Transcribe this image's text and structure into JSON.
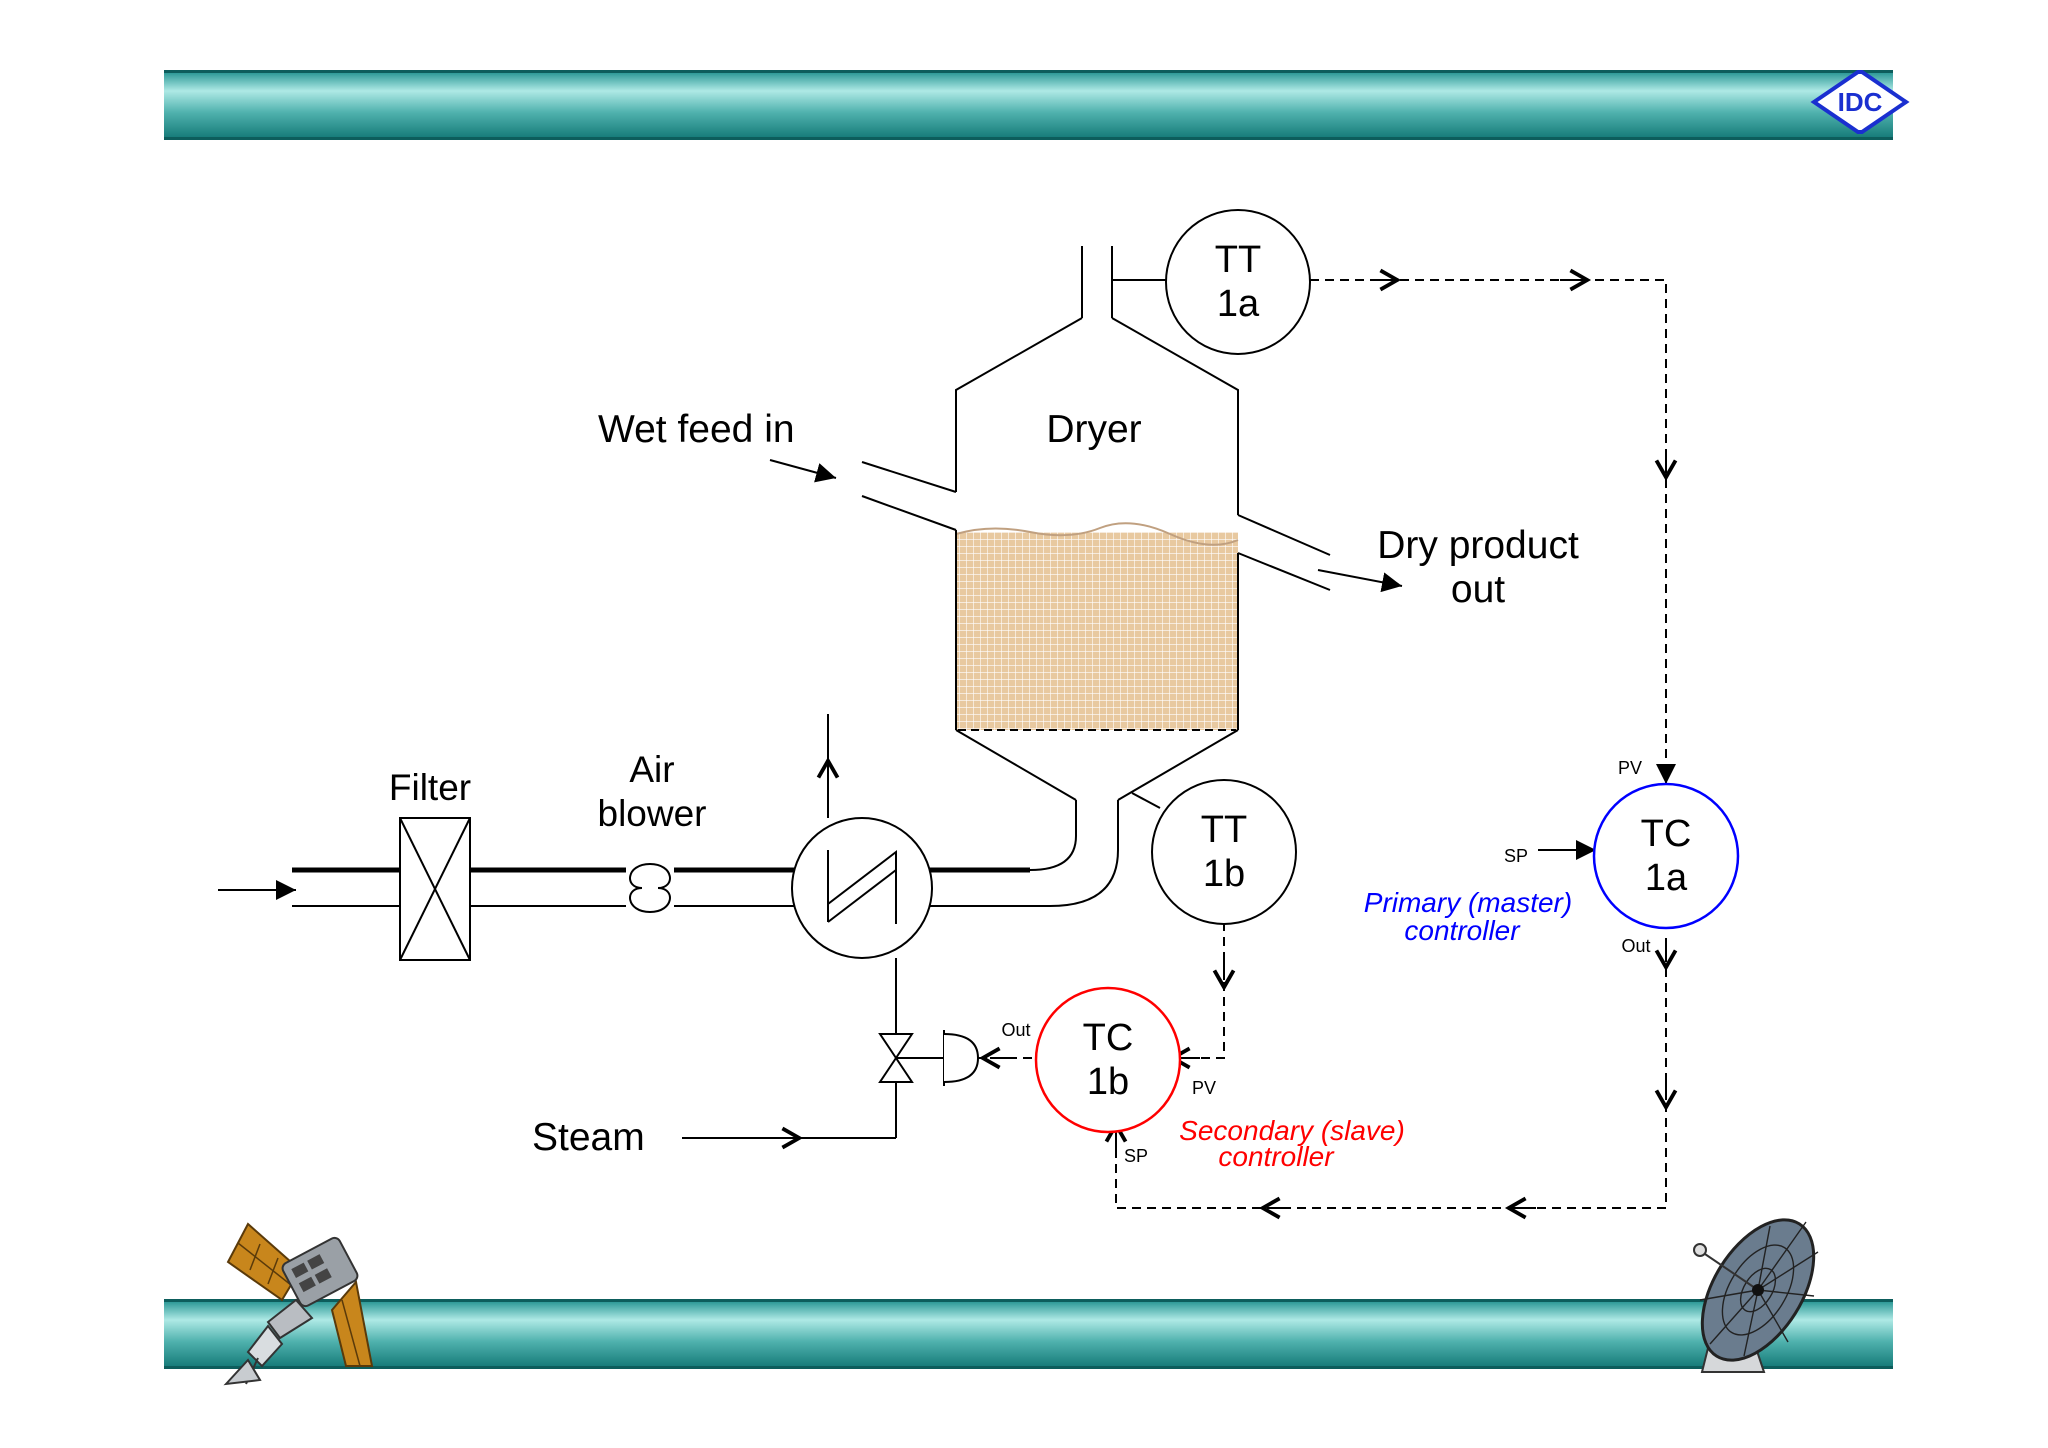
{
  "header": {
    "logo_text": "IDC"
  },
  "labels": {
    "tt1a": [
      "TT",
      "1a"
    ],
    "tt1b": [
      "TT",
      "1b"
    ],
    "tc1a": [
      "TC",
      "1a"
    ],
    "tc1b": [
      "TC",
      "1b"
    ],
    "dryer": "Dryer",
    "wet_feed": "Wet feed in",
    "dry_product": [
      "Dry product",
      "out"
    ],
    "filter": "Filter",
    "air_blower": [
      "Air",
      "blower"
    ],
    "steam": "Steam",
    "primary_controller": [
      "Primary (master)",
      "controller"
    ],
    "secondary_controller": [
      "Secondary (slave)",
      "controller"
    ],
    "tc1a_pv": "PV",
    "tc1a_sp": "SP",
    "tc1a_out": "Out",
    "tc1b_out": "Out",
    "tc1b_pv": "PV",
    "tc1b_sp": "SP"
  },
  "colors": {
    "primary": "#0000ff",
    "secondary": "#ff0000",
    "bed_fill": "#e8c9a0",
    "band": "#2f9a98"
  }
}
